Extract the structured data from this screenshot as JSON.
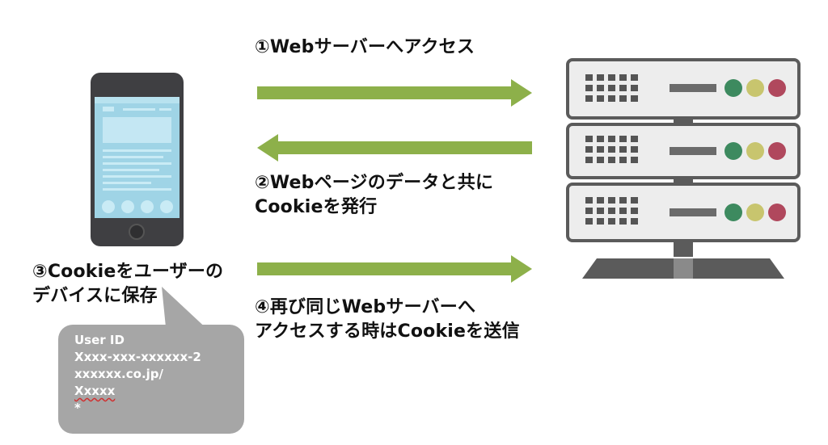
{
  "labels": {
    "step1": "①Webサーバーへアクセス",
    "step2_line1": "②Webページのデータと共に",
    "step2_line2": "Cookieを発行",
    "step3_line1": "③Cookieをユーザーの",
    "step3_line2": "デバイスに保存",
    "step4_line1": "④再び同じWebサーバーへ",
    "step4_line2": "アクセスする時はCookieを送信"
  },
  "cookie_bubble": {
    "line1": "User ID",
    "line2": "Xxxx-xxx-xxxxxx-2",
    "line3": "xxxxxx.co.jp/",
    "line4": "Xxxxx",
    "line5": "*"
  },
  "icons": {
    "phone": "smartphone-icon",
    "server": "server-rack-icon"
  },
  "colors": {
    "arrow_green": "#8db04a",
    "server_frame": "#5b5b5b",
    "led_green": "#3d8a5f",
    "led_yellow": "#c8c56e",
    "led_red": "#b0485d",
    "bubble_gray": "#a6a6a6"
  }
}
